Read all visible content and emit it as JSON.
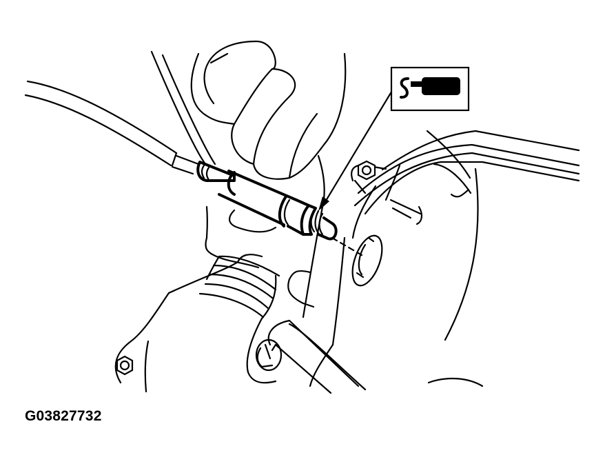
{
  "figure": {
    "id_label": "G03827732",
    "subject": "Oxygen sensor installation into exhaust manifold",
    "callout": {
      "icon": "sealant-tube-icon",
      "meaning": "Apply sealant / anti-seize to sensor threads",
      "arrow_target": "sensor-threads"
    },
    "components": [
      "sensor-wire-harness",
      "oxygen-sensor",
      "hand",
      "exhaust-manifold",
      "sensor-mounting-hole",
      "flange-nut",
      "exhaust-flex-pipe",
      "stud-bolt"
    ]
  },
  "colors": {
    "line": "#000000",
    "background": "#ffffff"
  }
}
